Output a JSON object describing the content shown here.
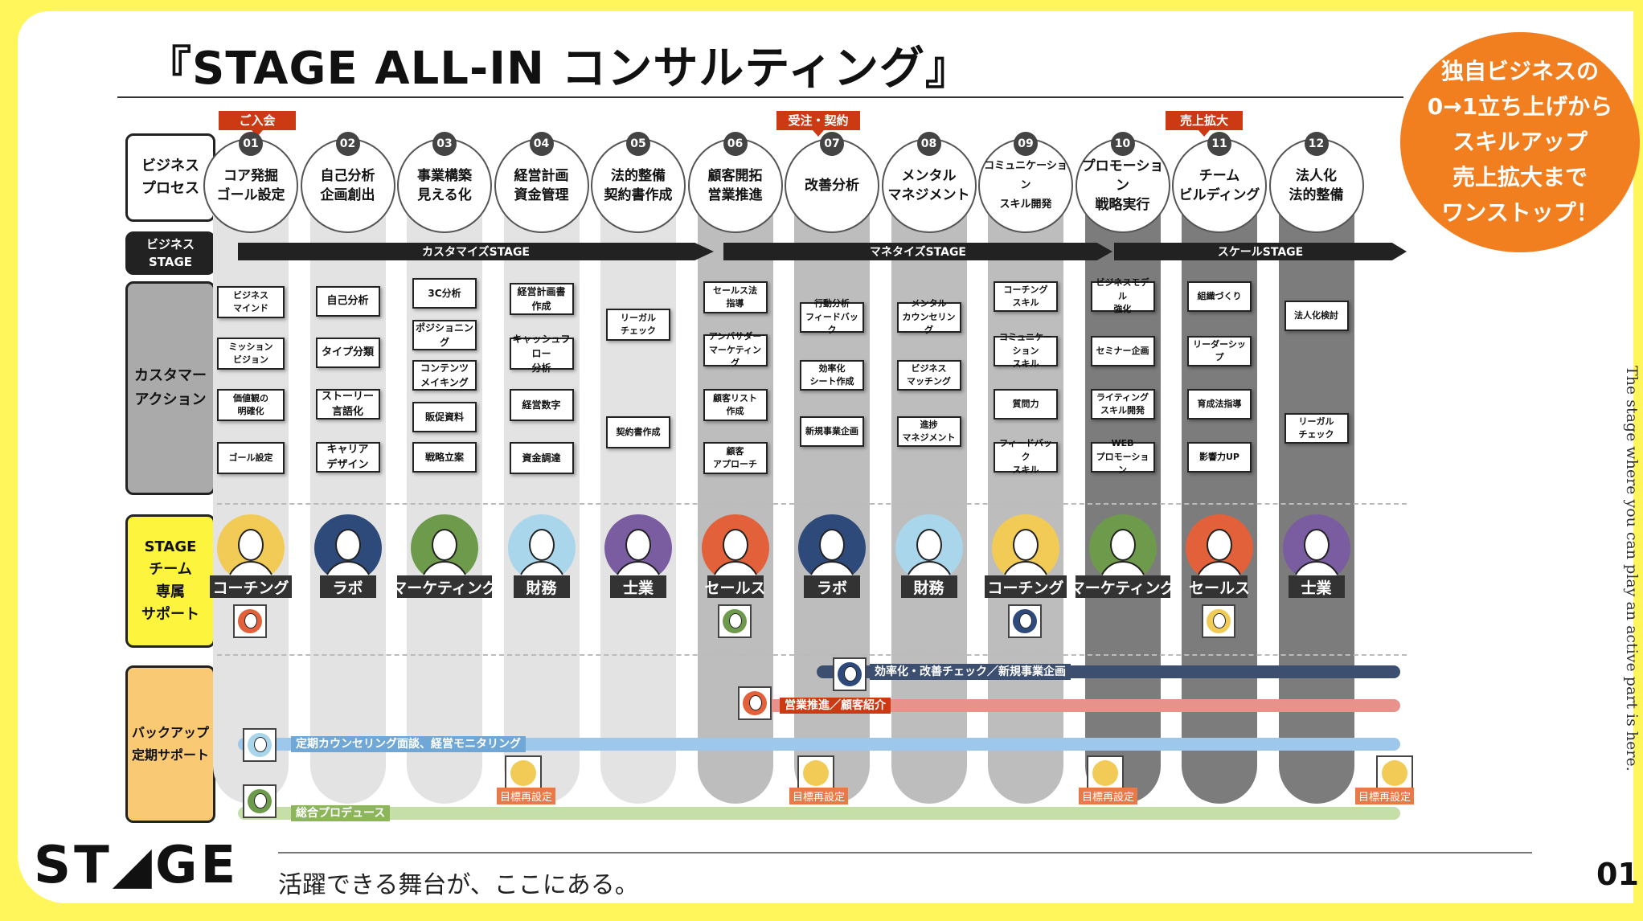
{
  "title": "『STAGE ALL-IN コンサルティング』",
  "badge": "独自ビジネスの\n0→1立ち上げから\nスキルアップ\n売上拡大まで\nワンストップ！",
  "vertical_text": "The stage where you can play an active part is here.",
  "logo": "ST◢GE",
  "tagline": "活躍できる舞台が、ここにある。",
  "page_number": "01",
  "colors": {
    "accent_yellow": "#FEF65B",
    "badge_orange": "#F27F1F",
    "marker_red": "#CC3A14",
    "bar_navy": "#3D4F70",
    "bar_red": "#E8928C",
    "bar_blue": "#9DC8EC",
    "bar_green": "#C6DFA8"
  },
  "row_labels": {
    "business_process": "ビジネス\nプロセス",
    "business_stage": "ビジネス\nSTAGE",
    "customer_action": "カスタマー\nアクション",
    "team_support": "STAGE\nチーム\n専属\nサポート",
    "backup_support": "バックアップ\n定期サポート"
  },
  "markers": [
    "ご入会",
    "受注・契約",
    "売上拡大"
  ],
  "steps": [
    {
      "num": "01",
      "label": "コア発掘\nゴール設定"
    },
    {
      "num": "02",
      "label": "自己分析\n企画創出"
    },
    {
      "num": "03",
      "label": "事業構築\n見える化"
    },
    {
      "num": "04",
      "label": "経営計画\n資金管理"
    },
    {
      "num": "05",
      "label": "法的整備\n契約書作成"
    },
    {
      "num": "06",
      "label": "顧客開拓\n営業推進"
    },
    {
      "num": "07",
      "label": "改善分析"
    },
    {
      "num": "08",
      "label": "メンタル\nマネジメント"
    },
    {
      "num": "09",
      "label": "コミュニケーション\nスキル開発"
    },
    {
      "num": "10",
      "label": "プロモーション\n戦略実行"
    },
    {
      "num": "11",
      "label": "チーム\nビルディング"
    },
    {
      "num": "12",
      "label": "法人化\n法的整備"
    }
  ],
  "stages": [
    "カスタマイズSTAGE",
    "マネタイズSTAGE",
    "スケールSTAGE"
  ],
  "actions": [
    [
      "ビジネス\nマインド",
      "ミッション\nビジョン",
      "価値観の\n明確化",
      "ゴール設定"
    ],
    [
      "自己分析",
      "タイプ分類",
      "ストーリー\n言語化",
      "キャリア\nデザイン"
    ],
    [
      "3C分析",
      "ポジショニング",
      "コンテンツ\nメイキング",
      "販促資料",
      "戦略立案"
    ],
    [
      "経営計画書\n作成",
      "キャッシュフロー\n分析",
      "経営数字",
      "資金調達"
    ],
    [
      "リーガル\nチェック",
      "契約書作成"
    ],
    [
      "セールス法\n指導",
      "アンバサダー\nマーケティング",
      "顧客リスト\n作成",
      "顧客\nアプローチ"
    ],
    [
      "行動分析\nフィードバック",
      "効率化\nシート作成",
      "新規事業企画"
    ],
    [
      "メンタル\nカウンセリング",
      "ビジネス\nマッチング",
      "進捗\nマネジメント"
    ],
    [
      "コーチング\nスキル",
      "コミュニケーション\nスキル",
      "質問力",
      "フィードバック\nスキル"
    ],
    [
      "ビジネスモデル\n強化",
      "セミナー企画",
      "ライティング\nスキル開発",
      "WEB\nプロモーション"
    ],
    [
      "組織づくり",
      "リーダーシップ",
      "育成法指導",
      "影響力UP"
    ],
    [
      "法人化検討",
      "リーガル\nチェック"
    ]
  ],
  "roles": [
    "コーチング",
    "ラボ",
    "マーケティング",
    "財務",
    "士業",
    "セールス",
    "ラボ",
    "財務",
    "コーチング",
    "マーケティング",
    "セールス",
    "士業"
  ],
  "avatar_colors": [
    "#F2CB57",
    "#2E4A7A",
    "#6E9B4B",
    "#A9D6EA",
    "#7A5DA0",
    "#E2613A",
    "#2E4A7A",
    "#A9D6EA",
    "#F2CB57",
    "#6E9B4B",
    "#E2613A",
    "#7A5DA0"
  ],
  "backup_bars": [
    {
      "label": "効率化・改善チェック／新規事業企画"
    },
    {
      "label": "営業推進／顧客紹介"
    },
    {
      "label": "定期カウンセリング面談、経営モニタリング"
    },
    {
      "label": "総合プロデュース"
    }
  ],
  "goal_reset": [
    "目標再設定",
    "目標再設定",
    "目標再設定",
    "目標再設定"
  ]
}
